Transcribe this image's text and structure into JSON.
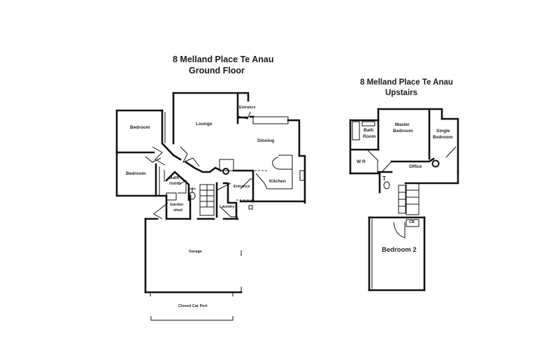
{
  "ground_floor": {
    "title_line1": "8 Melland Place  Te Anau",
    "title_line2": "Ground Floor",
    "rooms": {
      "bedroom_1": "Bedroom",
      "bedroom_2": "Bedroom",
      "lounge": "Lounge",
      "entrance_top": "Entrance",
      "dinning": "Dinning",
      "bath_line1": "Bath",
      "bath_line2": "room",
      "kitchen": "Kitchen",
      "entrance_side": "Entrance",
      "garden_line1": "Garden",
      "garden_line2": "shed",
      "laundry": "Laundry",
      "garage": "Garage",
      "carport": "Closed Car Port"
    }
  },
  "upstairs": {
    "title_line1": "8 Melland Place  Te Anau",
    "title_line2": "Upstairs",
    "rooms": {
      "bath_line1": "Bath",
      "bath_line2": "Room",
      "master_line1": "Master",
      "master_line2": "Bedroom",
      "single_line1": "Single",
      "single_line2": "Bedroom",
      "wr": "W R",
      "office": "Office",
      "toilet": "T",
      "cb": "CB",
      "bedroom2": "Bedroom 2"
    }
  }
}
